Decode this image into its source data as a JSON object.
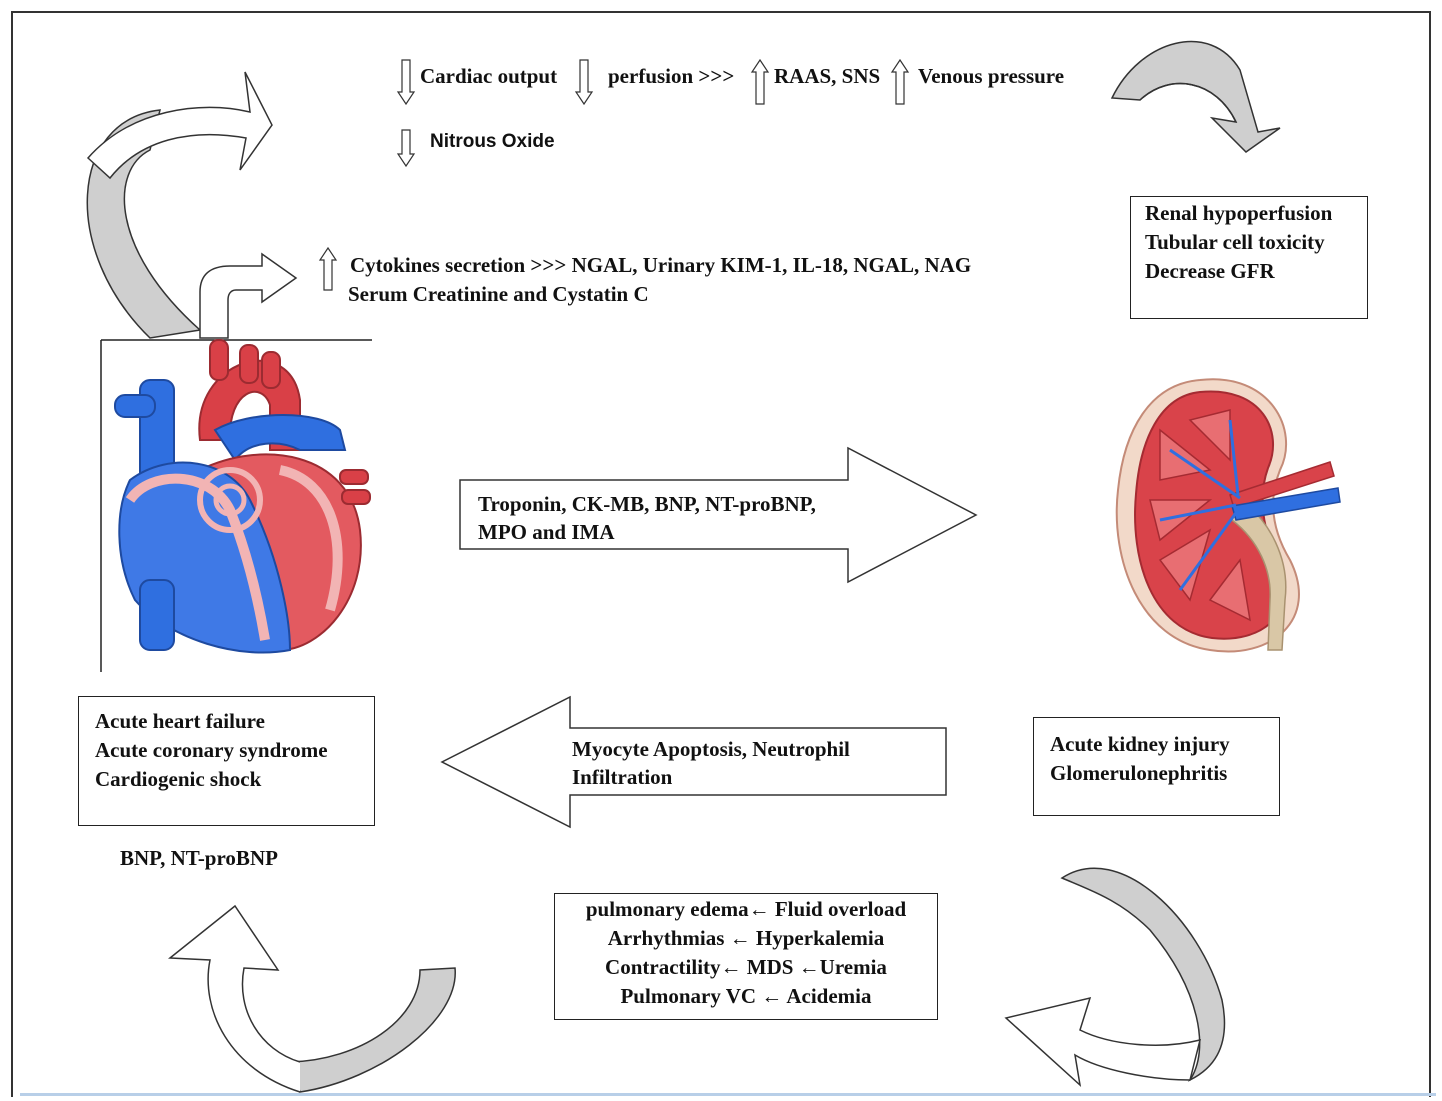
{
  "top": {
    "line1": {
      "part1": "Cardiac  output",
      "part2": "perfusion >>>",
      "part3": "RAAS, SNS",
      "part4": "Venous  pressure"
    },
    "line2": "Nitrous Oxide"
  },
  "cytokines": {
    "line1": "Cytokines secretion >>> NGAL, Urinary KIM-1, IL-18, NGAL, NAG",
    "line2": "Serum Creatinine and   Cystatin C"
  },
  "renal_box": {
    "lines": [
      "Renal hypoperfusion",
      "Tubular cell toxicity",
      "Decrease GFR"
    ]
  },
  "troponin_arrow": {
    "lines": [
      "Troponin, CK-MB, BNP, NT-proBNP,",
      "MPO and IMA"
    ]
  },
  "myocyte_arrow": {
    "lines": [
      "Myocyte Apoptosis,   Neutrophil",
      "Infiltration"
    ]
  },
  "heart_box": {
    "lines": [
      "Acute  heart  failure",
      "Acute coronary syndrome",
      "Cardiogenic shock"
    ]
  },
  "kidney_box": {
    "lines": [
      "Acute kidney injury",
      "Glomerulonephritis"
    ]
  },
  "bnp_label": "BNP,  NT-proBNP",
  "effects_box": {
    "lines": [
      "pulmonary edema← Fluid overload",
      "Arrhythmias ←  Hyperkalemia",
      "Contractility← MDS ←Uremia",
      "Pulmonary  VC  ← Acidemia"
    ]
  },
  "images": {
    "heart": "heart-illustration",
    "kidney": "kidney-illustration"
  },
  "colors": {
    "arrow_fill_gray": "#cfcfcf",
    "heart_red": "#e0424a",
    "heart_blue": "#2f6fe0",
    "kidney_red": "#d9434a",
    "ureter": "#d9c7a6"
  }
}
